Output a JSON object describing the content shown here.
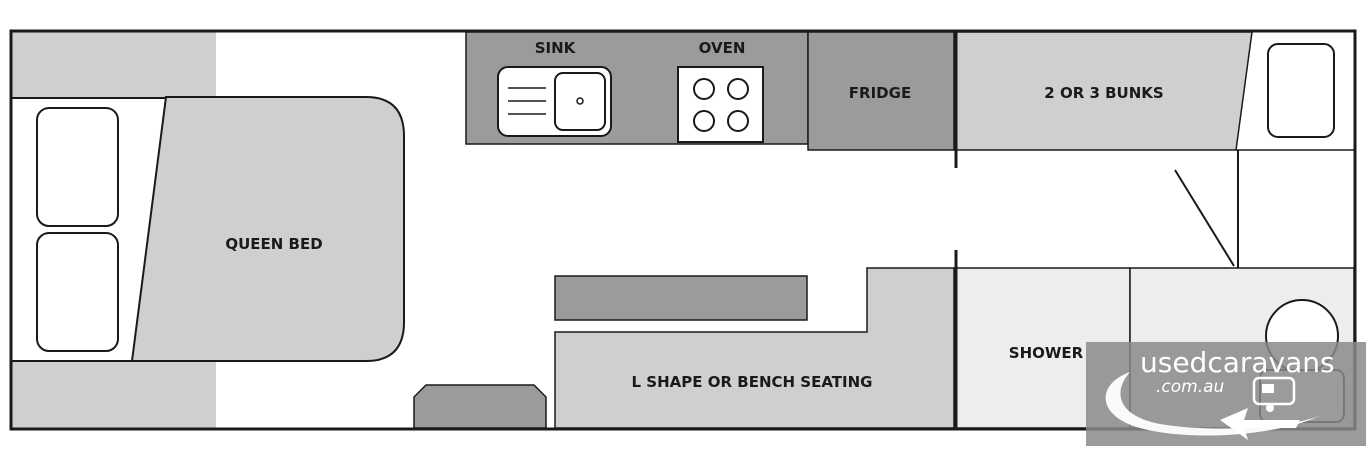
{
  "floorplan": {
    "labels": {
      "queen_bed": "QUEEN BED",
      "sink": "SINK",
      "oven": "OVEN",
      "fridge": "FRIDGE",
      "bunks": "2 OR 3 BUNKS",
      "seating": "L SHAPE OR BENCH SEATING",
      "shower": "SHOWER"
    },
    "colors": {
      "dark_fill": "#9b9b9b",
      "light_fill": "#cfcfcf",
      "lighter_fill": "#ededed",
      "outline": "#1a1a1a"
    }
  },
  "watermark": {
    "brand": "usedcaravans",
    "domain": ".com.au"
  }
}
